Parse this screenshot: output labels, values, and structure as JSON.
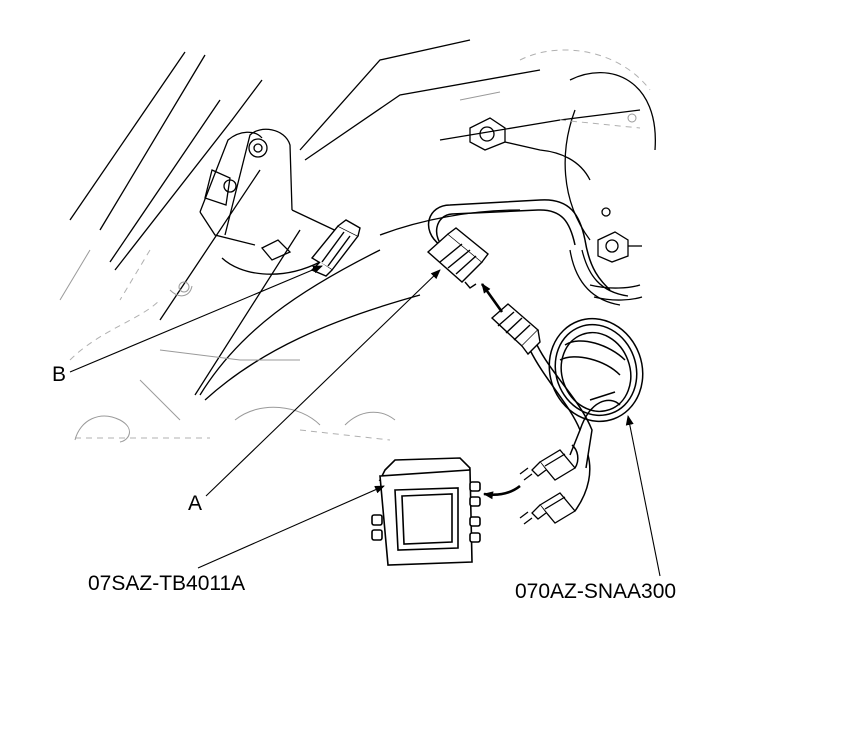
{
  "callouts": {
    "b": "B",
    "a": "A",
    "unit_part_number": "07SAZ-TB4011A",
    "harness_part_number": "070AZ-SNAA300"
  },
  "colors": {
    "line": "#000000",
    "fill": "#ffffff",
    "light_line": "#9a9a9a",
    "dash": "#b0b0b0"
  },
  "icons": {
    "arrow": "arrowhead",
    "connector": "connector-shape"
  }
}
